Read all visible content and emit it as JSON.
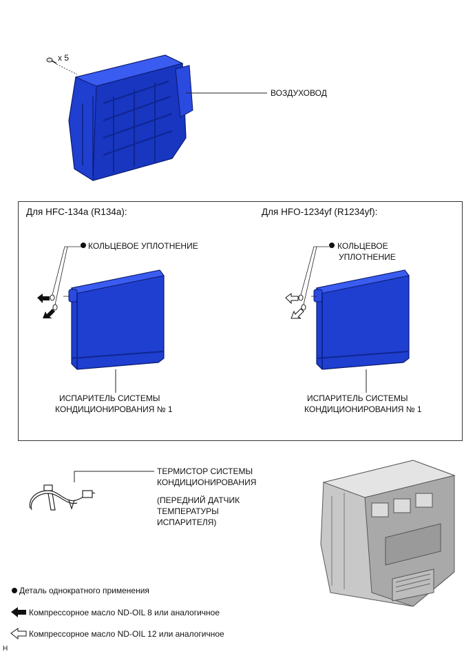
{
  "duct": {
    "screw_qty": "x 5",
    "label": "ВОЗДУХОВОД"
  },
  "panel": {
    "left": {
      "header": "Для HFC-134a (R134a):",
      "oring_label": "КОЛЬЦЕВОЕ УПЛОТНЕНИЕ",
      "evap_line1": "ИСПАРИТЕЛЬ СИСТЕМЫ",
      "evap_line2": "КОНДИЦИОНИРОВАНИЯ № 1"
    },
    "right": {
      "header": "Для HFO-1234yf (R1234yf):",
      "oring_line1": "КОЛЬЦЕВОЕ",
      "oring_line2": "УПЛОТНЕНИЕ",
      "evap_line1": "ИСПАРИТЕЛЬ СИСТЕМЫ",
      "evap_line2": "КОНДИЦИОНИРОВАНИЯ № 1"
    }
  },
  "thermistor": {
    "line1": "ТЕРМИСТОР СИСТЕМЫ",
    "line2": "КОНДИЦИОНИРОВАНИЯ",
    "line3": "(ПЕРЕДНИЙ ДАТЧИК",
    "line4": "ТЕМПЕРАТУРЫ",
    "line5": "ИСПАРИТЕЛЯ)"
  },
  "legend": {
    "single_use": "Деталь однократного применения",
    "oil_8": "Компрессорное масло ND-OIL 8 или аналогичное",
    "oil_12": "Компрессорное масло ND-OIL 12 или аналогичное"
  },
  "corner_code": "H",
  "colors": {
    "part_blue": "#1f3fd0",
    "part_blue_dark": "#0f2590",
    "line": "#222222"
  }
}
